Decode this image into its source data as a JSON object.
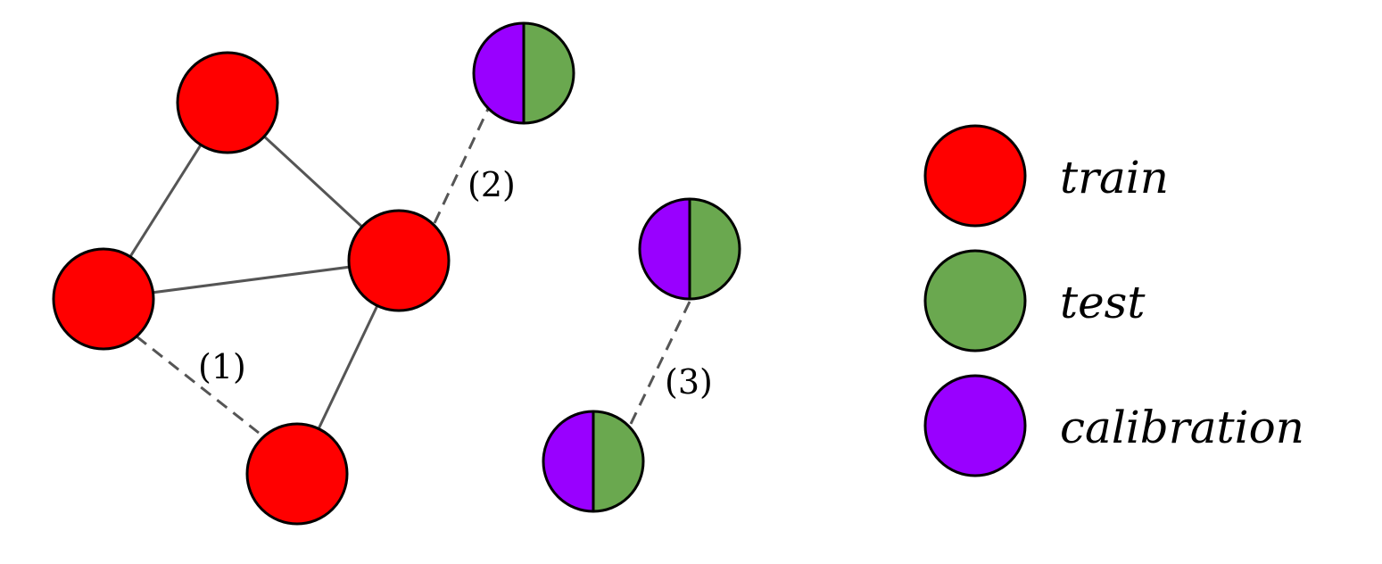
{
  "colors": {
    "train": "#ff0000",
    "test": "#6aa84f",
    "calibration": "#9900ff"
  },
  "edge_labels": {
    "one": "(1)",
    "two": "(2)",
    "three": "(3)"
  },
  "legend": {
    "train": "train",
    "test": "test",
    "calibration": "calibration"
  }
}
